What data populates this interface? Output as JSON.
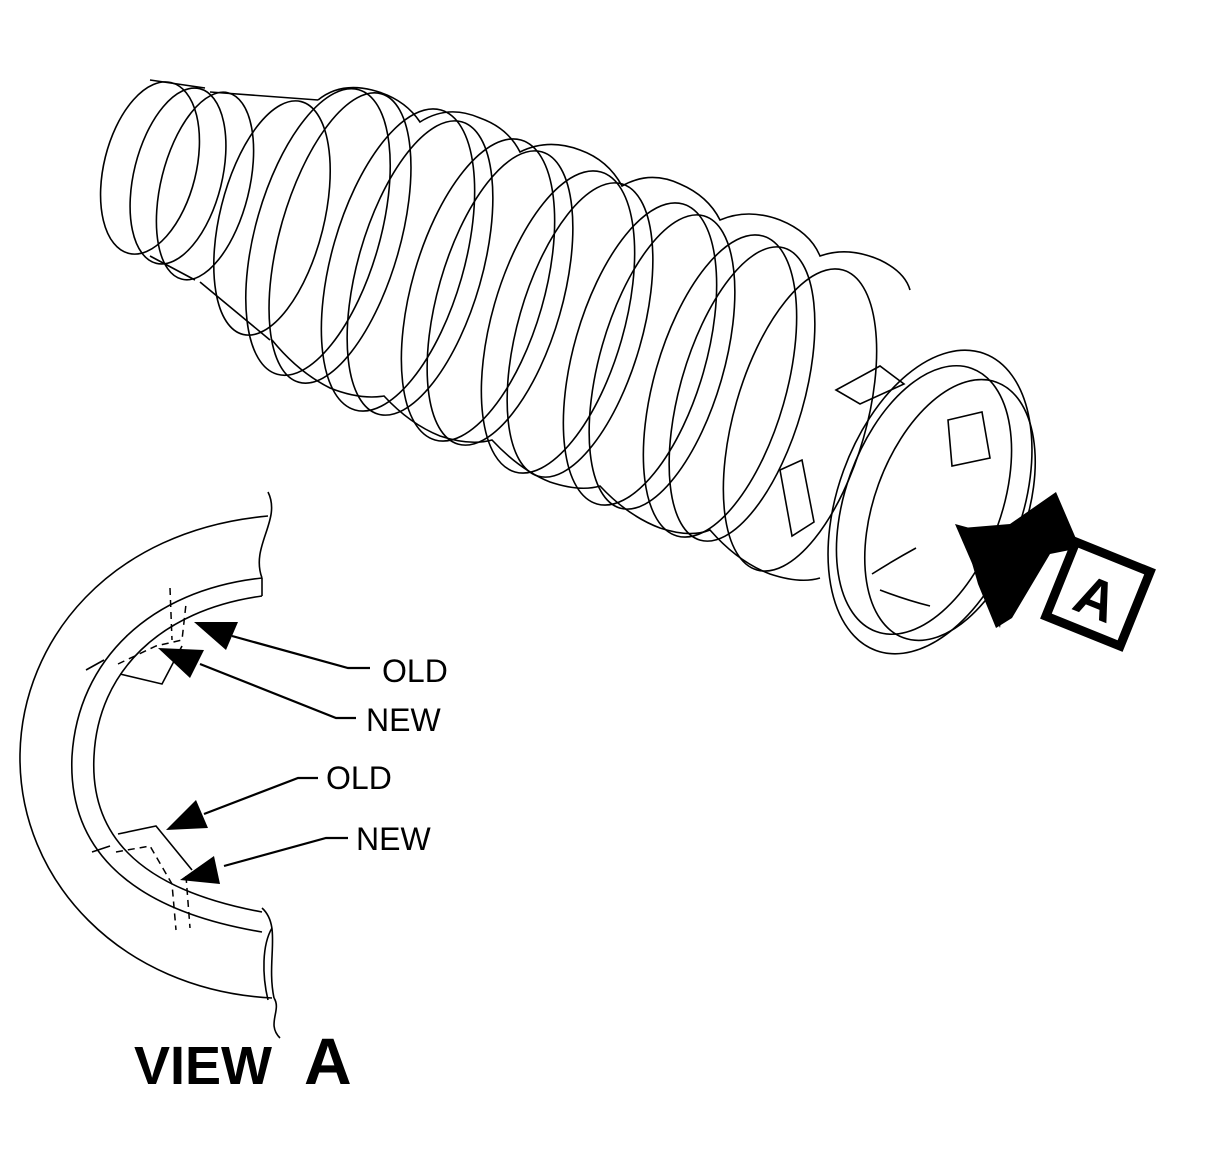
{
  "callout": {
    "letter": "A"
  },
  "view_a": {
    "labels": [
      {
        "id": "old-upper",
        "text": "OLD"
      },
      {
        "id": "new-upper",
        "text": "NEW"
      },
      {
        "id": "old-lower",
        "text": "OLD"
      },
      {
        "id": "new-lower",
        "text": "NEW"
      }
    ],
    "title_word": "VIEW",
    "title_letter": "A"
  }
}
